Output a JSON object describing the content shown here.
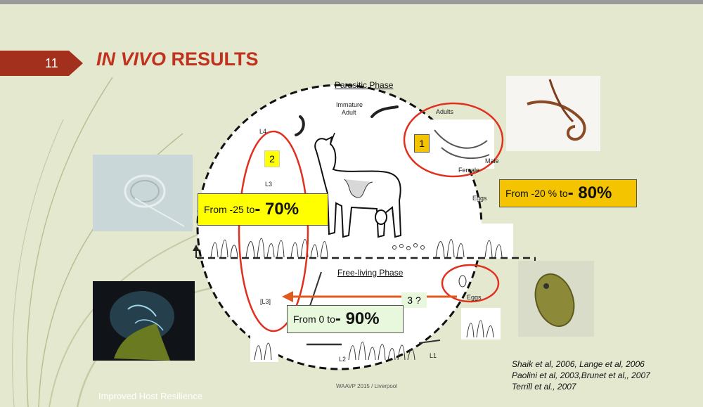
{
  "slide_number": "11",
  "title_italic": "IN VIVO",
  "title_rest": " RESULTS",
  "phase_parasitic": "Parasitic Phase",
  "phase_free": "Free-living Phase",
  "stage_labels": {
    "immature_adult_1": "Immature",
    "immature_adult_2": "Adult",
    "l4": "L4",
    "l3_upper": "L3",
    "adults": "Adults",
    "male": "Male",
    "female": "Female",
    "eggs_upper": "Eggs",
    "eggs_lower": "Eggs",
    "l3_lower": "[L3]",
    "l2": "L2",
    "l1": "L1"
  },
  "markers": {
    "m1": "1",
    "m2": "2",
    "m3": "3 ?"
  },
  "results": {
    "r1_prefix": "From -20 % to ",
    "r1_value": "- 80%",
    "r2_prefix": "From  -25 to ",
    "r2_value": "- 70%",
    "r3_prefix": "From 0 to ",
    "r3_value": "- 90%"
  },
  "references": [
    "Shaik et al, 2006, Lange et al, 2006",
    "Paolini et al, 2003,Brunet et al,, 2007",
    "Terrill et al., 2007"
  ],
  "footer_left": "Improved Host Resilience",
  "footer_mid": "WAAVP 2015 / Liverpool",
  "colors": {
    "accent_red": "#c0321e",
    "tab_red": "#a3301c",
    "highlight_yellow": "#ffff00",
    "highlight_orange": "#f5c400",
    "highlight_green": "#e8f8dc",
    "ring_red": "#e03020",
    "background": "#e4e8cf"
  }
}
